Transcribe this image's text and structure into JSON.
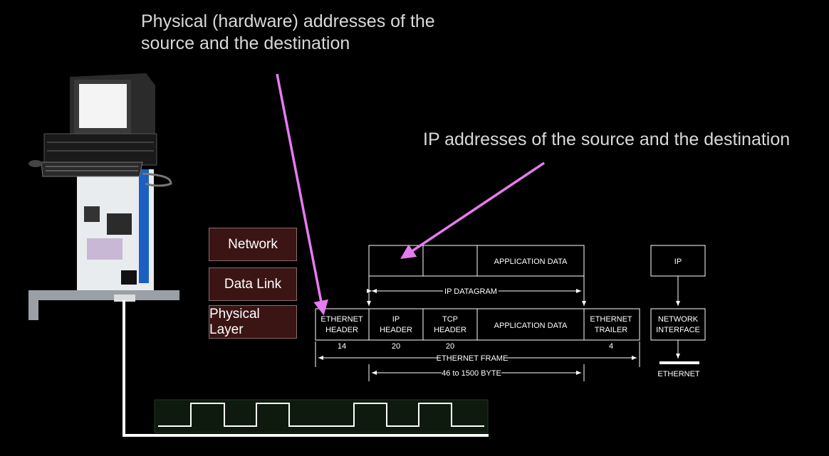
{
  "captions": {
    "physical": "Physical (hardware) addresses of the source and the destination",
    "ip": "IP addresses of the source and the destination"
  },
  "layers": [
    "Network",
    "Data Link",
    "Physical Layer"
  ],
  "ip_packet": {
    "application_data": "APPLICATION DATA",
    "datagram_label": "IP DATAGRAM"
  },
  "ethernet_frame": {
    "cells": [
      {
        "line1": "ETHERNET",
        "line2": "HEADER",
        "size": "14"
      },
      {
        "line1": "IP",
        "line2": "HEADER",
        "size": "20"
      },
      {
        "line1": "TCP",
        "line2": "HEADER",
        "size": "20"
      },
      {
        "line1": "APPLICATION DATA",
        "line2": "",
        "size": ""
      },
      {
        "line1": "ETHERNET",
        "line2": "TRAILER",
        "size": "4"
      }
    ],
    "frame_label": "ETHERNET FRAME",
    "payload_label": "46 to 1500 BYTE"
  },
  "stack": {
    "top": "IP",
    "middle_line1": "NETWORK",
    "middle_line2": "INTERFACE",
    "bottom": "ETHERNET"
  },
  "colors": {
    "arrow": "#e57cf0",
    "layer_box": "#3a1514",
    "signal_box": "#0d1a0d"
  }
}
